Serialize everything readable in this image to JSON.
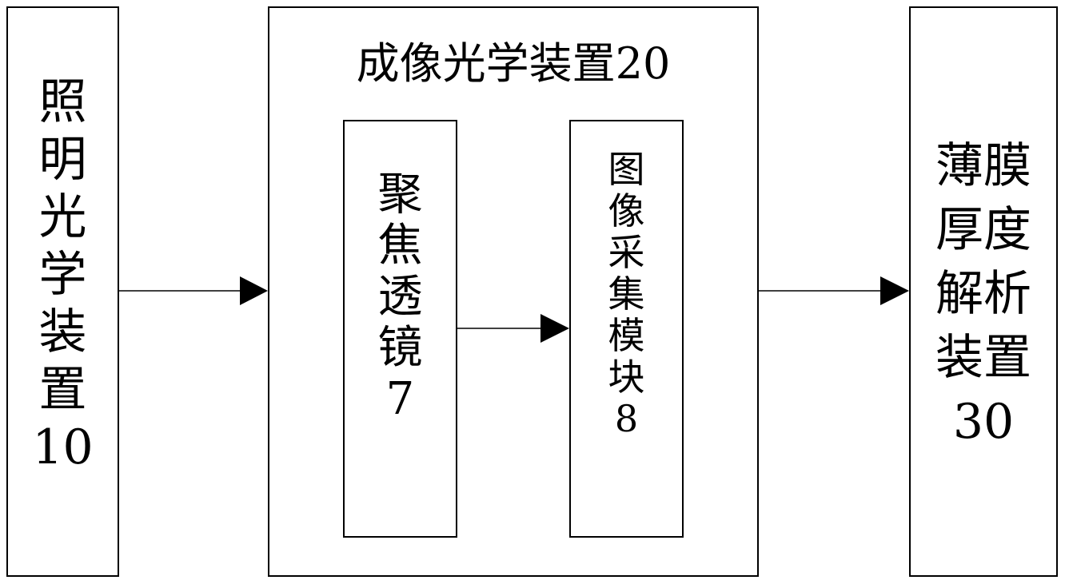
{
  "illumination": {
    "chars": [
      "照",
      "明",
      "光",
      "学",
      "装",
      "置",
      "10"
    ]
  },
  "imaging": {
    "title": "成像光学装置20",
    "lens": {
      "chars": [
        "聚",
        "焦",
        "透",
        "镜",
        "7"
      ]
    },
    "capture": {
      "chars": [
        "图",
        "像",
        "采",
        "集",
        "模",
        "块",
        "8"
      ]
    }
  },
  "analysis": {
    "lines": [
      "薄膜",
      "厚度",
      "解析",
      "装置",
      "30"
    ]
  }
}
